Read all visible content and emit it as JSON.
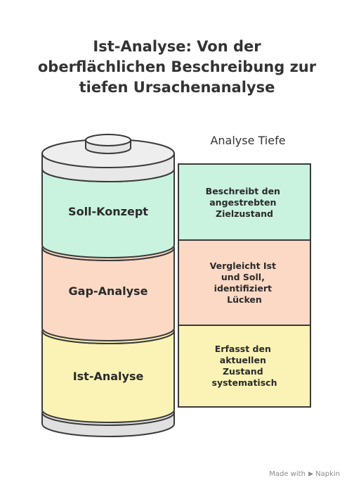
{
  "title": {
    "line1": "Ist-Analyse: Von der",
    "line2": "oberflächlichen Beschreibung zur",
    "line3": "tiefen Ursachenanalyse"
  },
  "axis_label": "Analyse Tiefe",
  "layers": [
    {
      "label": "Soll-Konzept",
      "color": "#c9f2df",
      "desc": [
        "Beschreibt den",
        "angestrebten",
        "Zielzustand"
      ]
    },
    {
      "label": "Gap-Analyse",
      "color": "#fbd9c4",
      "desc": [
        "Vergleicht Ist",
        "und Soll,",
        "identifiziert",
        "Lücken"
      ]
    },
    {
      "label": "Ist-Analyse",
      "color": "#fbf3b5",
      "desc": [
        "Erfasst den",
        "aktuellen",
        "Zustand",
        "systematisch"
      ]
    }
  ],
  "colors": {
    "outline": "#3a3a3a",
    "cap": "#e8e8e8",
    "base": "#e0e0e0"
  },
  "footer": {
    "made_with": "Made with",
    "brand": "Napkin"
  }
}
